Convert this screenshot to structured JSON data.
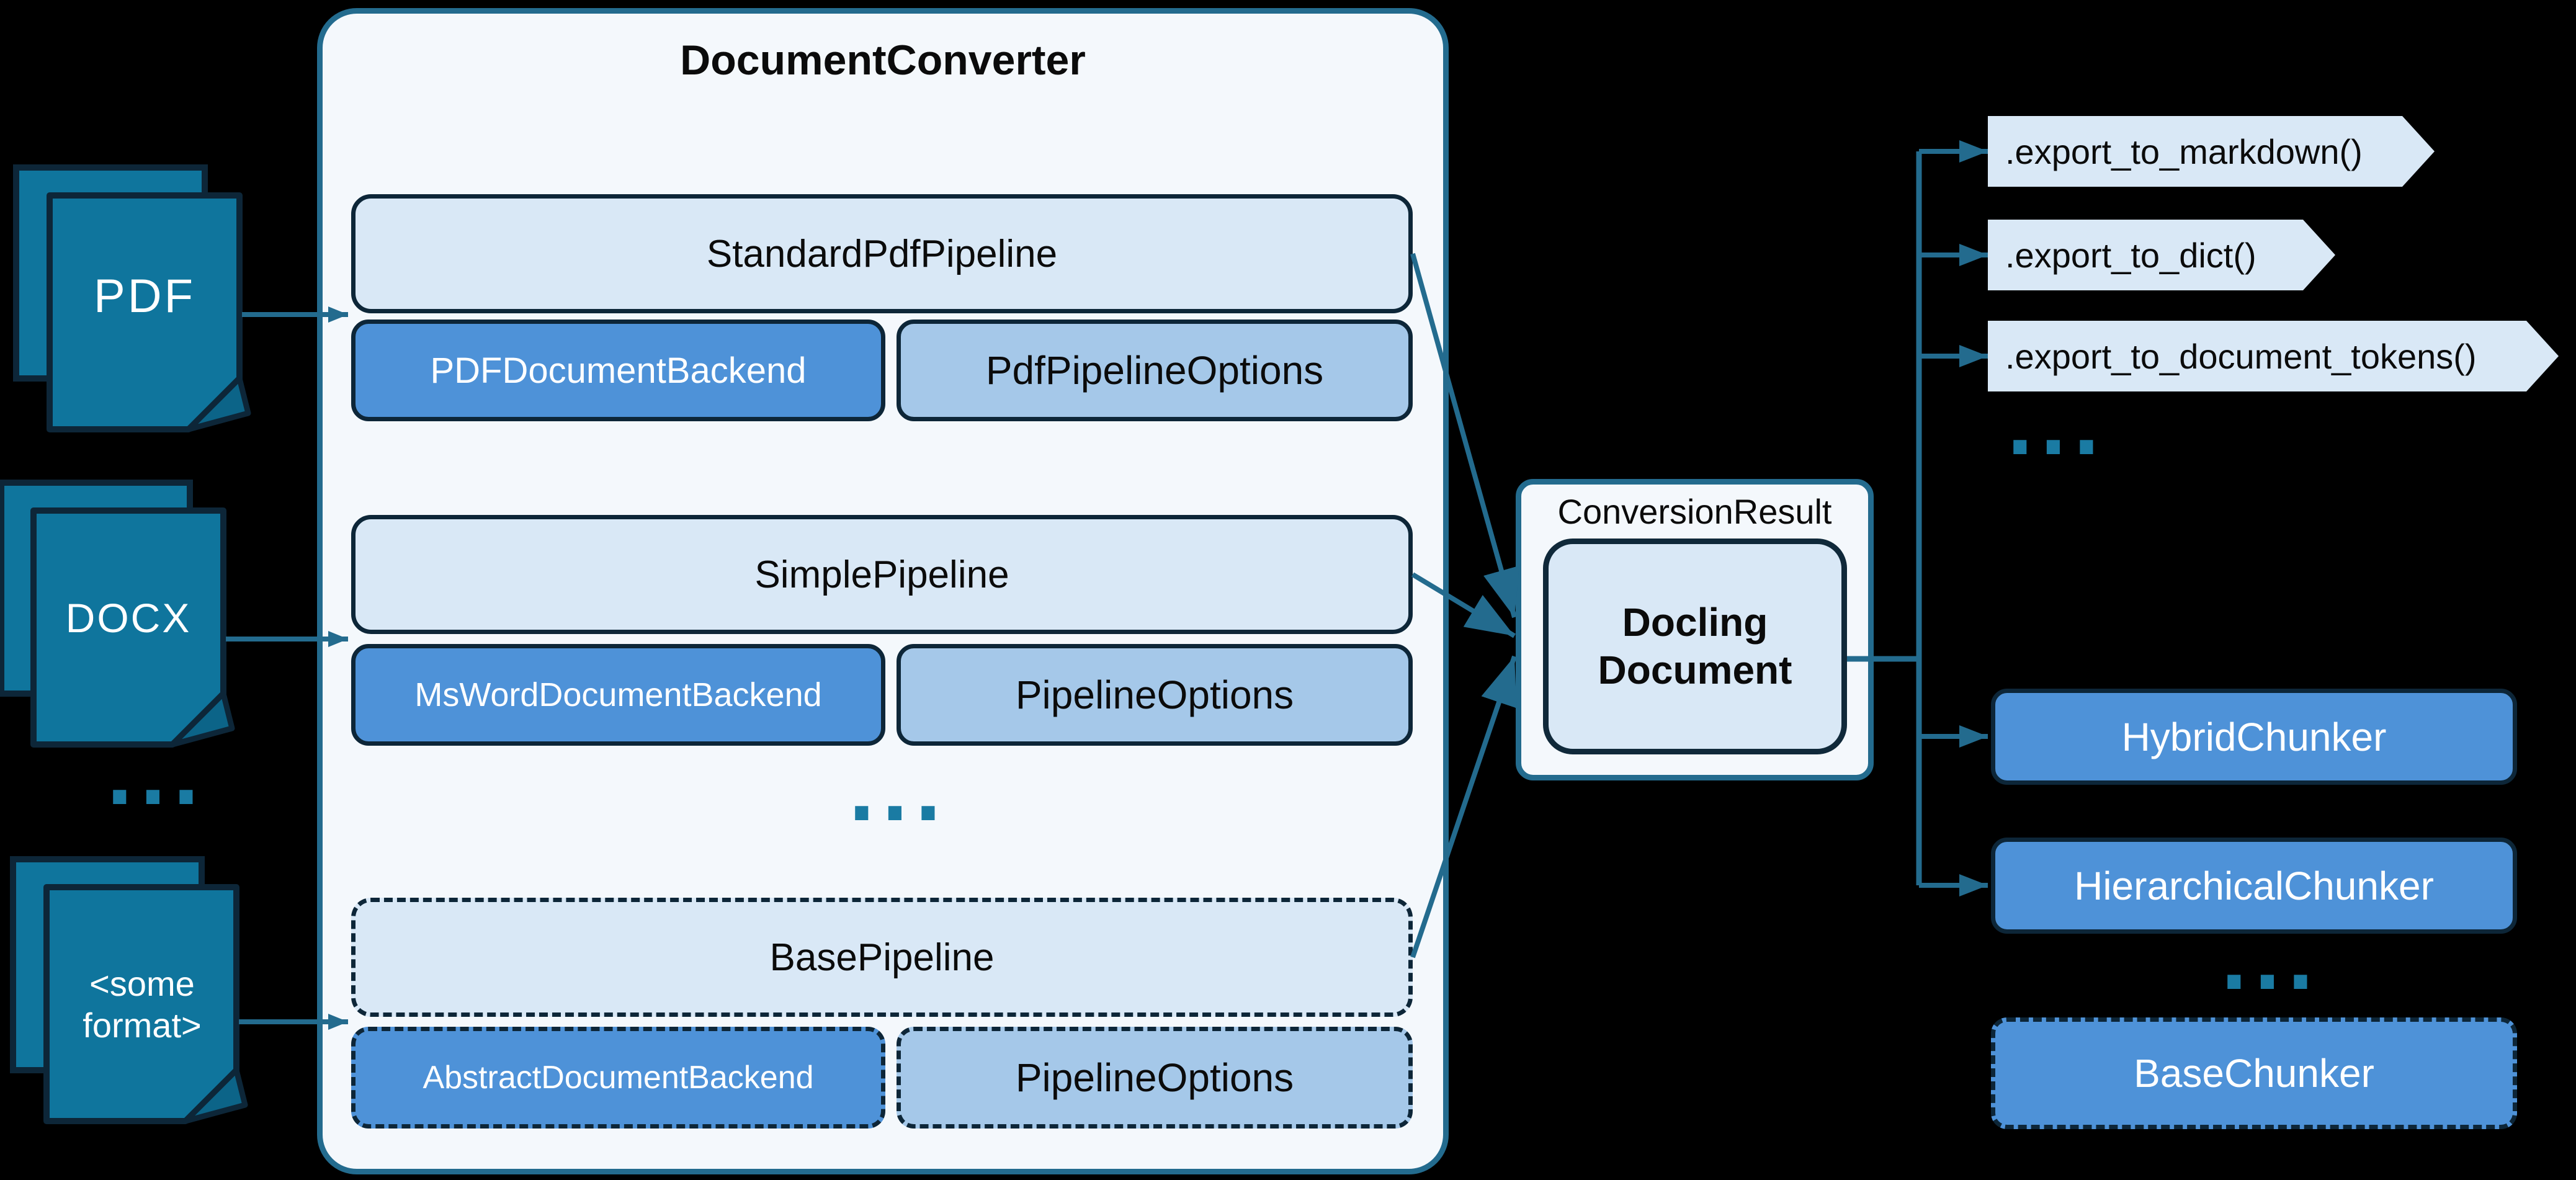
{
  "palette": {
    "background": "#000000",
    "teal_line": "#236b8e",
    "navy_border": "#0d2638",
    "container_fill": "#f4f8fc",
    "light_blue_fill": "#d9e8f6",
    "medium_blue_fill": "#4e92d8",
    "pale_blue_fill": "#a5c8e9",
    "doc_icon_fill": "#0f759d",
    "doc_fold_fill": "#0c6488",
    "dots_color": "#1a7ba3",
    "text_dark": "#0b0b0b",
    "text_light": "#ffffff"
  },
  "inputs": {
    "pdf": {
      "label": "PDF"
    },
    "docx": {
      "label": "DOCX"
    },
    "ellipsis": "...",
    "some_format": {
      "label": "<some format>"
    }
  },
  "converter": {
    "title": "DocumentConverter",
    "ellipsis": "...",
    "groups": [
      {
        "pipeline": "StandardPdfPipeline",
        "backend": "PDFDocumentBackend",
        "options": "PdfPipelineOptions"
      },
      {
        "pipeline": "SimplePipeline",
        "backend": "MsWordDocumentBackend",
        "options": "PipelineOptions"
      },
      {
        "pipeline": "BasePipeline",
        "backend": "AbstractDocumentBackend",
        "options": "PipelineOptions"
      }
    ]
  },
  "result": {
    "label": "ConversionResult",
    "document": "Docling Document"
  },
  "exports": {
    "items": [
      ".export_to_markdown()",
      ".export_to_dict()",
      ".export_to_document_tokens()"
    ],
    "ellipsis": "..."
  },
  "chunkers": {
    "items": [
      "HybridChunker",
      "HierarchicalChunker"
    ],
    "ellipsis": "...",
    "base": "BaseChunker"
  }
}
